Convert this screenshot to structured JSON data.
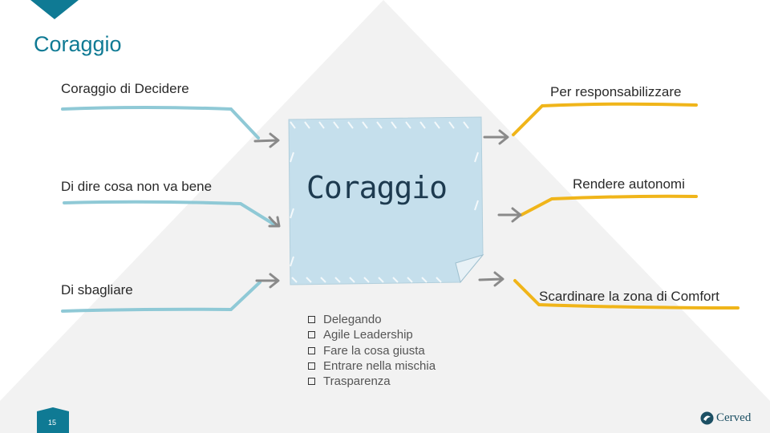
{
  "slide": {
    "title": "Coraggio",
    "page_number": "15"
  },
  "center_note": {
    "text": "Coraggio"
  },
  "left_items": [
    {
      "label": "Coraggio di Decidere"
    },
    {
      "label": "Di dire cosa non va bene"
    },
    {
      "label": "Di sbagliare"
    }
  ],
  "right_items": [
    {
      "label": "Per responsabilizzare"
    },
    {
      "label": "Rendere autonomi"
    },
    {
      "label": "Scardinare la zona di Comfort"
    }
  ],
  "bullets": [
    "Delegando",
    "Agile Leadership",
    "Fare la cosa giusta",
    "Entrare nella mischia",
    "Trasparenza"
  ],
  "logo": {
    "text": "Cerved"
  },
  "colors": {
    "accent_teal": "#0f7a94",
    "left_branch": "#8fc9d6",
    "right_branch": "#f0b51a",
    "note_fill": "#c5dfec",
    "arrow": "#8a8a8a"
  }
}
